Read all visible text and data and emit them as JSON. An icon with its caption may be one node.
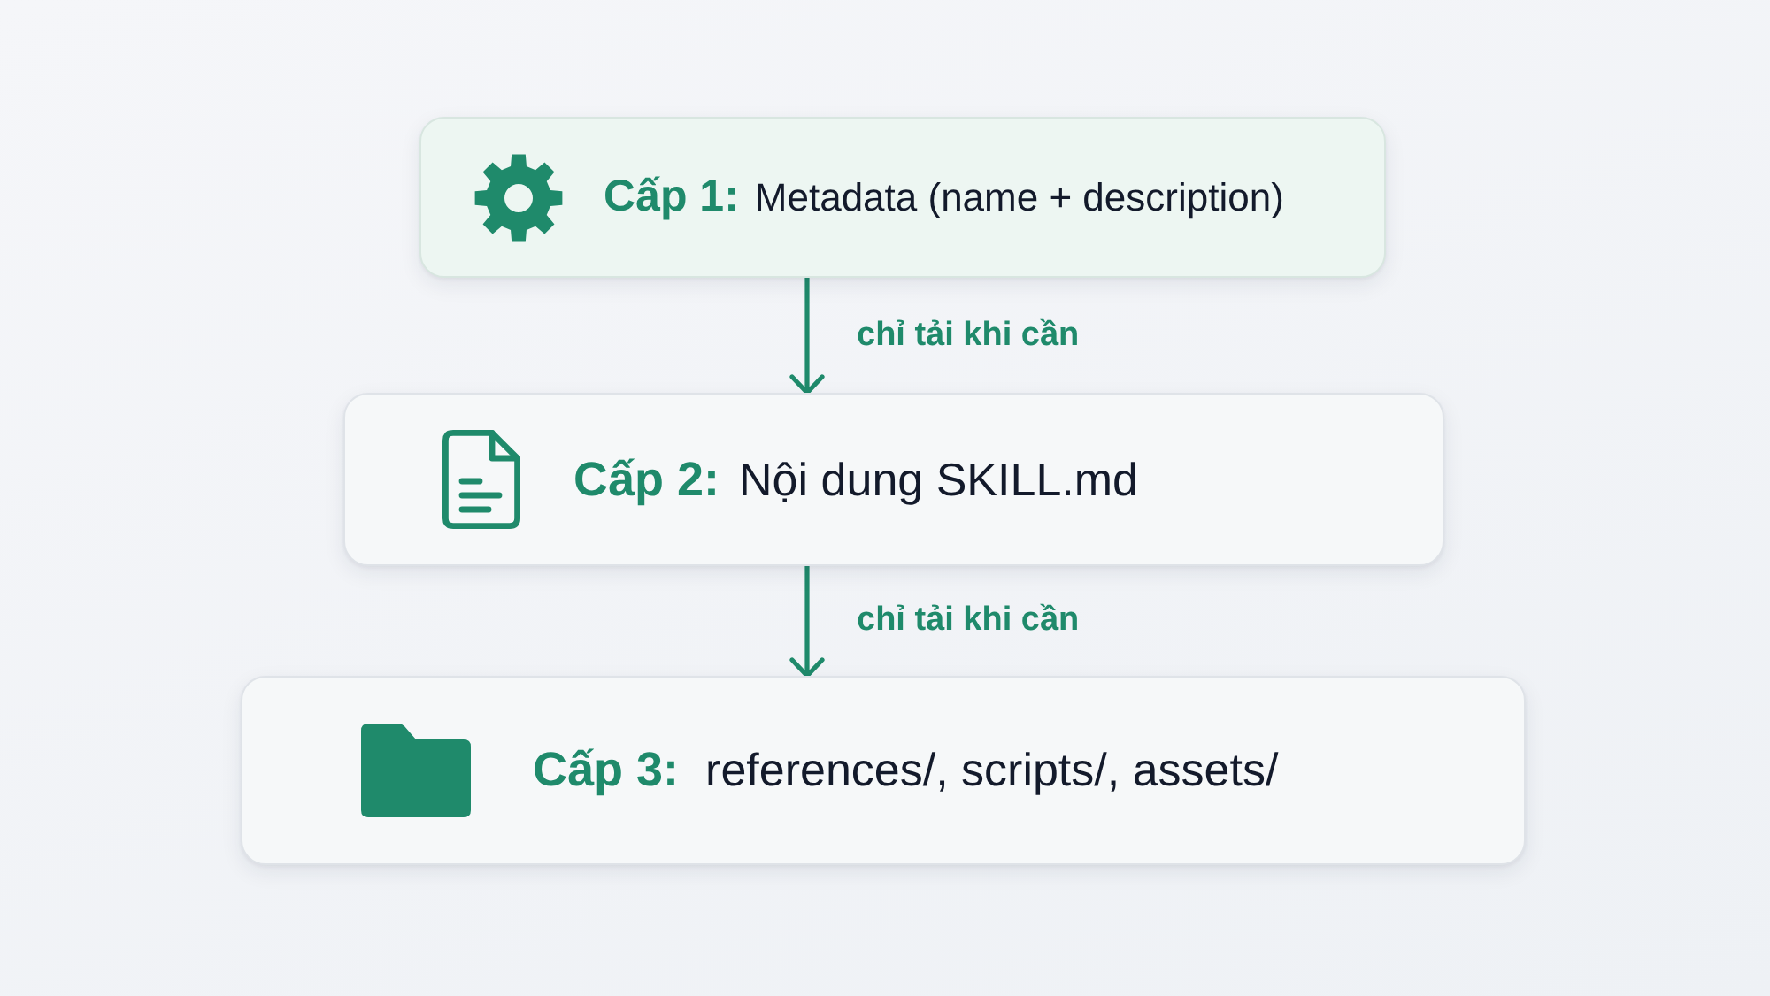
{
  "diagram": {
    "nodes": [
      {
        "text": [
          "Cấp 1:",
          "Metadata (name + description)"
        ]
      },
      {
        "text": [
          "Cấp 2:",
          "Nội dung SKILL.md"
        ]
      },
      {
        "text": [
          "Cấp 3:",
          "references/, scripts/, assets/"
        ]
      }
    ],
    "edges": [
      {
        "from": 0,
        "to": 1,
        "arrow": "to",
        "label": "chỉ tải khi cần"
      },
      {
        "from": 1,
        "to": 2,
        "arrow": "to",
        "label": "chỉ tải khi cần"
      }
    ]
  }
}
